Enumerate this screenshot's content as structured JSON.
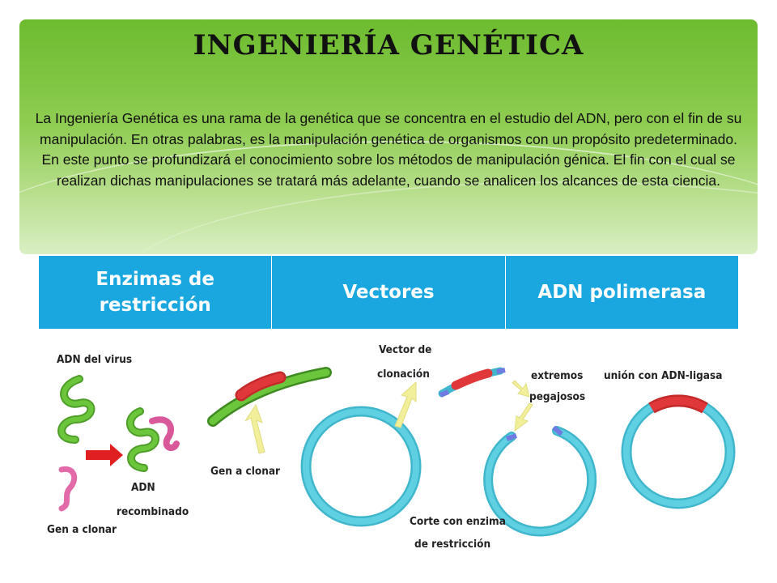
{
  "slide": {
    "title": "INGENIERÍA GENÉTICA",
    "paragraphs": [
      "La Ingeniería Genética es una rama de la genética que se concentra en el estudio del ADN, pero con el fin de  su manipulación. En otras palabras, es la manipulación genética de   organismos con un propósito predeterminado.",
      "En este punto se profundizará el conocimiento sobre los métodos de manipulación génica. El fin con el cual se realizan dichas manipulaciones se tratará más adelante, cuando se analicen los alcances de esta ciencia."
    ]
  },
  "table": {
    "headers": [
      "Enzimas de restricción",
      "Vectores",
      "ADN polimerasa"
    ],
    "color": "#1aa7df"
  },
  "diagram": {
    "labels": {
      "adn_virus": "ADN del virus",
      "adn_recombinado_1": "ADN",
      "adn_recombinado_2": "recombinado",
      "gen_clonar_1": "Gen a clonar",
      "gen_clonar_2": "Gen a clonar",
      "vector_1": "Vector de",
      "vector_2": "clonación",
      "extremos_1": "extremos",
      "extremos_2": "pegajosos",
      "corte_1": "Corte con enzima",
      "corte_2": "de restricción",
      "union": "unión con ADN-ligasa"
    },
    "colors": {
      "dna_green": "#6cc63c",
      "insert_red": "#e0383a",
      "plasmid_cyan": "#5fd0e2",
      "arrow_yellow": "#f2ef9a",
      "virus_arrow": "#e02020",
      "sticky_end": "#6f7be0"
    }
  }
}
